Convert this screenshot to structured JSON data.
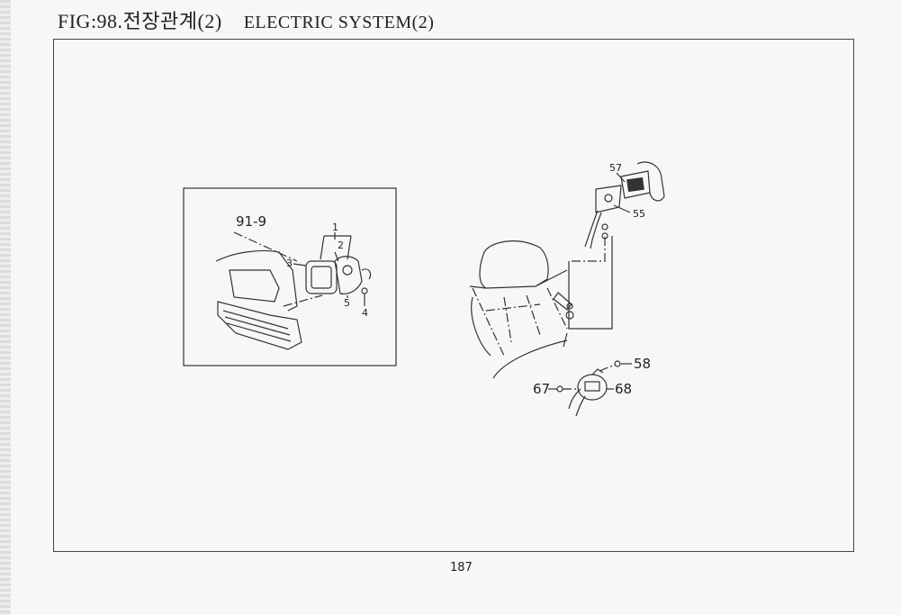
{
  "header": {
    "fig": "FIG:98.",
    "korean": "전장관계(2)",
    "english": "ELECTRIC SYSTEM(2)"
  },
  "inset": {
    "ref": "91-9",
    "parts": [
      "1",
      "2",
      "3",
      "4",
      "5"
    ]
  },
  "main": {
    "parts": [
      "57",
      "55",
      "58",
      "67",
      "68"
    ]
  },
  "page_number": "187"
}
